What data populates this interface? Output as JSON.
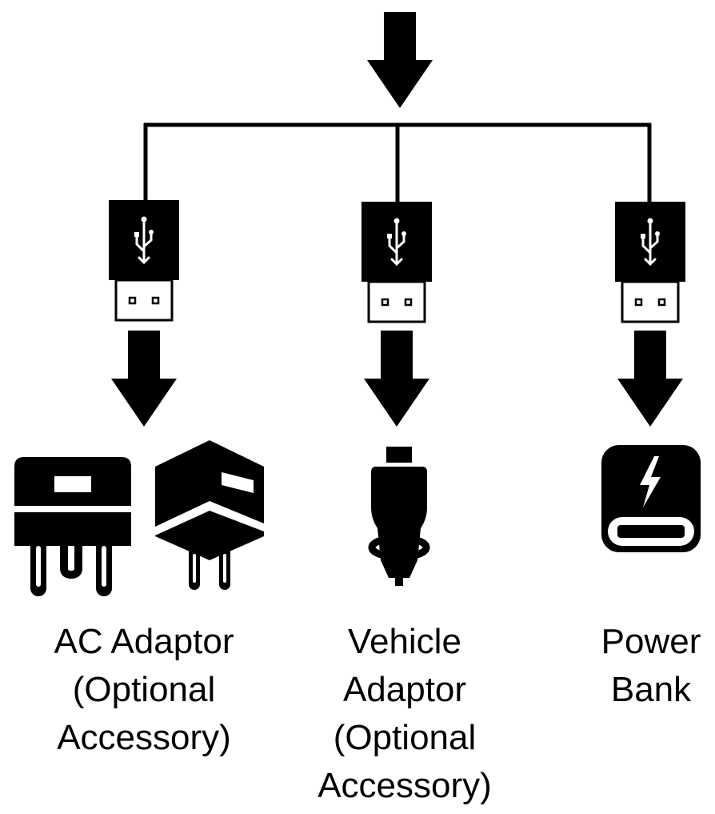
{
  "colors": {
    "ink": "#000000",
    "paper": "#ffffff"
  },
  "labels": {
    "ac_adaptor": {
      "line1": "AC Adaptor",
      "line2": "(Optional",
      "line3": "Accessory)"
    },
    "vehicle_adaptor": {
      "line1": "Vehicle",
      "line2": "Adaptor",
      "line3": "(Optional",
      "line4": "Accessory)"
    },
    "power_bank": {
      "line1": "Power",
      "line2": "Bank"
    }
  },
  "icons": [
    "down-arrow-icon",
    "usb-plug-icon",
    "usb-symbol-icon",
    "ac-adaptor-icon",
    "vehicle-adaptor-icon",
    "power-bank-icon",
    "lightning-icon"
  ]
}
